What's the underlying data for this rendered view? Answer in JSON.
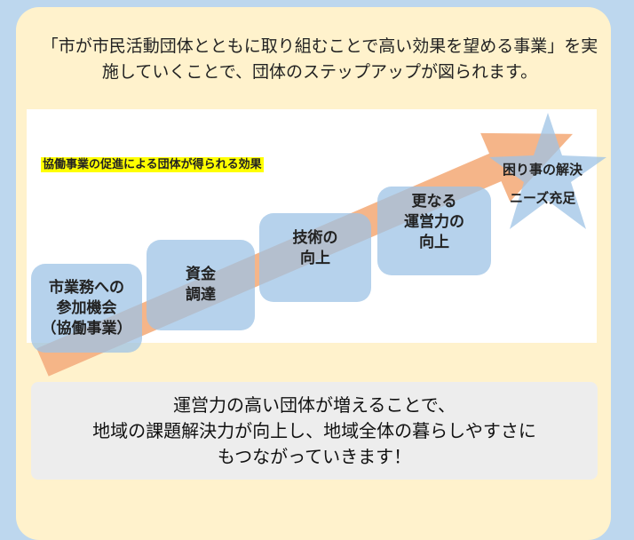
{
  "intro": "「市が市民活動団体とともに取り組むことで高い効果を望める事業」を実施していくことで、団体のステップアップが図られます。",
  "caption": "協働事業の促進による団体が得られる効果",
  "steps": [
    {
      "line1": "市業務への",
      "line2": "参加機会",
      "line3": "（協働事業）"
    },
    {
      "line1": "資金",
      "line2": "調達"
    },
    {
      "line1": "技術の",
      "line2": "向上"
    },
    {
      "line1": "更なる",
      "line2": "運営力の",
      "line3": "向上"
    }
  ],
  "goal": {
    "line1": "困り事の解決",
    "line2": "ニーズ充足"
  },
  "summary": {
    "line1": "運営力の高い団体が増えることで、",
    "line2": "地域の課題解決力が向上し、地域全体の暮らしやすさに",
    "line3": "もつながっていきます！"
  },
  "colors": {
    "background": "#bdd7ee",
    "panel": "#fff2cc",
    "arrow": "#f4b183",
    "step": "#9dc3e6",
    "highlight": "#ffff00"
  }
}
